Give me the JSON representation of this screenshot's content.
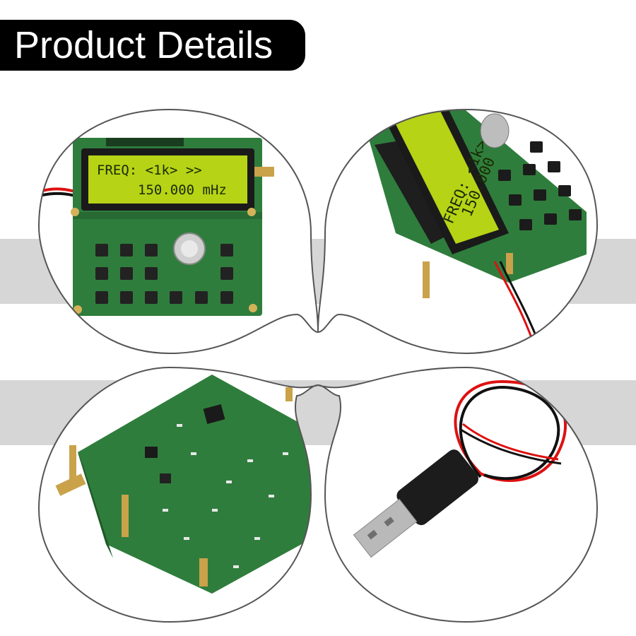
{
  "header": {
    "title": "Product Details"
  },
  "panels": {
    "top_left": {
      "description_icon": "signal-generator-front-icon",
      "lcd": {
        "line1": "FREQ: <1k>   >>",
        "line2": "150.000 mHz"
      }
    },
    "top_right": {
      "description_icon": "signal-generator-angle-icon",
      "lcd": {
        "line1": "FREQ: <1k>",
        "line2": "150.000"
      }
    },
    "bottom_left": {
      "description_icon": "pcb-underside-icon"
    },
    "bottom_right": {
      "description_icon": "usb-power-cable-icon"
    }
  },
  "colors": {
    "band": "#d6d6d6",
    "title_bg": "#000000",
    "pcb": "#2f7d3c",
    "lcd": "#b6d316",
    "border": "#555555"
  }
}
